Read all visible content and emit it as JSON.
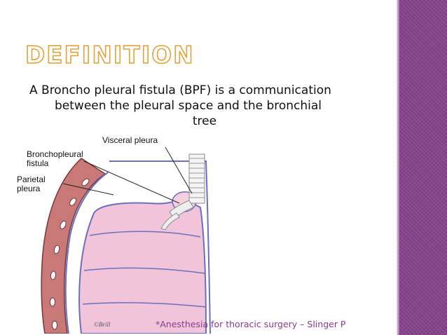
{
  "slide": {
    "title": "DEFINITION",
    "body_lines": [
      "A Broncho pleural fistula (BPF) is a communication",
      "between the pleural space and the bronchial",
      "tree"
    ],
    "citation": "*Anesthesia for thoracic surgery – Slinger P"
  },
  "figure": {
    "labels": {
      "visceral_pleura": "Visceral pleura",
      "bronchopleural_line1": "Bronchopleural",
      "bronchopleural_line2": "fistula",
      "parietal_line1": "Parietal",
      "parietal_line2": "pleura"
    },
    "artist_signature": "©Brill"
  },
  "colors": {
    "accent_purple": "#86438a",
    "title_outline": "#e3a13b",
    "citation": "#8a3a8f",
    "lung_fill": "#f2c4d9",
    "pleura_line": "#6a6fbf",
    "chest_wall": "#a65a5a"
  }
}
